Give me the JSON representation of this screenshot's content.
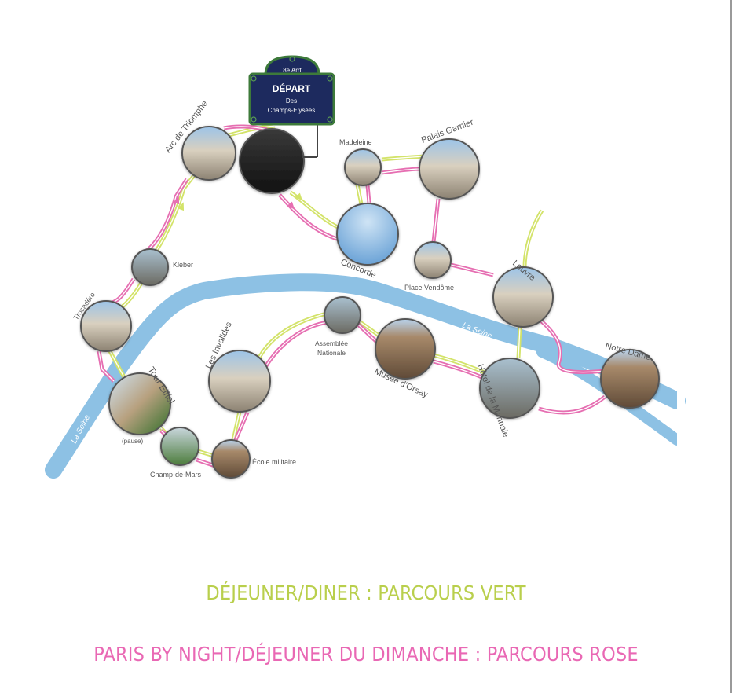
{
  "colors": {
    "green_route": "#d3e36a",
    "pink_route": "#e66fb2",
    "river": "#8dc1e4",
    "label": "#555555",
    "sign_bg": "#1d2a5e",
    "sign_border": "#3d7a3a",
    "legend_green": "#b9cf4c",
    "legend_pink": "#e968b4"
  },
  "sign": {
    "district": "8e Arrt",
    "title": "DÉPART",
    "line1": "Des",
    "line2": "Champs-Elysées"
  },
  "river_labels": [
    "La Seine",
    "La Seine"
  ],
  "stops": [
    {
      "id": "champs",
      "name": "",
      "icon": "champs-elysees-photo"
    },
    {
      "id": "arc",
      "name": "Arc de Triomphe",
      "icon": "arc-de-triomphe-photo"
    },
    {
      "id": "kleber",
      "name": "Kléber",
      "icon": "kleber-photo"
    },
    {
      "id": "trocadero",
      "name": "Trocadéro",
      "icon": "trocadero-photo"
    },
    {
      "id": "eiffel",
      "name": "Tour Eiffel",
      "note": "(pause)",
      "icon": "eiffel-tower-photo"
    },
    {
      "id": "champdemars",
      "name": "Champ-de-Mars",
      "icon": "champ-de-mars-photo"
    },
    {
      "id": "ecole",
      "name": "École militaire",
      "icon": "ecole-militaire-photo"
    },
    {
      "id": "invalides",
      "name": "Les Invalides",
      "icon": "invalides-photo"
    },
    {
      "id": "assemblee",
      "name": "Assemblée Nationale",
      "line1": "Assemblée",
      "line2": "Nationale",
      "icon": "assemblee-photo"
    },
    {
      "id": "orsay",
      "name": "Musée d'Orsay",
      "icon": "orsay-photo"
    },
    {
      "id": "monnaie",
      "name": "Hôtel de la Monnaie",
      "icon": "monnaie-photo"
    },
    {
      "id": "notredame",
      "name": "Notre Dame",
      "icon": "notre-dame-photo"
    },
    {
      "id": "louvre",
      "name": "Louvre",
      "icon": "louvre-photo"
    },
    {
      "id": "vendome",
      "name": "Place Vendôme",
      "icon": "vendome-photo"
    },
    {
      "id": "garnier",
      "name": "Palais Garnier",
      "icon": "garnier-photo"
    },
    {
      "id": "madeleine",
      "name": "Madeleine",
      "icon": "madeleine-photo"
    },
    {
      "id": "concorde",
      "name": "Concorde",
      "icon": "concorde-photo"
    }
  ],
  "legend": {
    "green": "DÉJEUNER/DINER : PARCOURS VERT",
    "pink": "PARIS BY NIGHT/DÉJEUNER DU DIMANCHE : PARCOURS ROSE"
  }
}
